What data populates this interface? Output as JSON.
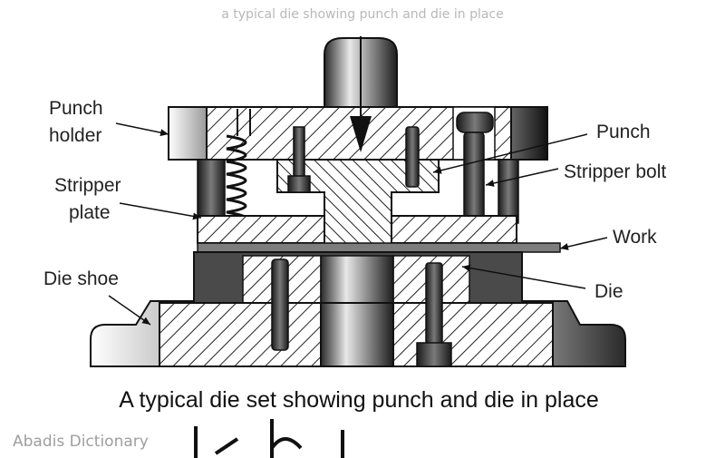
{
  "header": {
    "caption": "a typical die showing punch and die in place"
  },
  "diagram": {
    "labels": {
      "punch_holder_1": "Punch",
      "punch_holder_2": "holder",
      "stripper_plate_1": "Stripper",
      "stripper_plate_2": "plate",
      "die_shoe": "Die shoe",
      "punch": "Punch",
      "stripper_bolt": "Stripper bolt",
      "work": "Work",
      "die": "Die"
    },
    "caption": "A typical die set showing punch and die in place"
  },
  "footer": {
    "watermark": "Abadis Dictionary"
  }
}
